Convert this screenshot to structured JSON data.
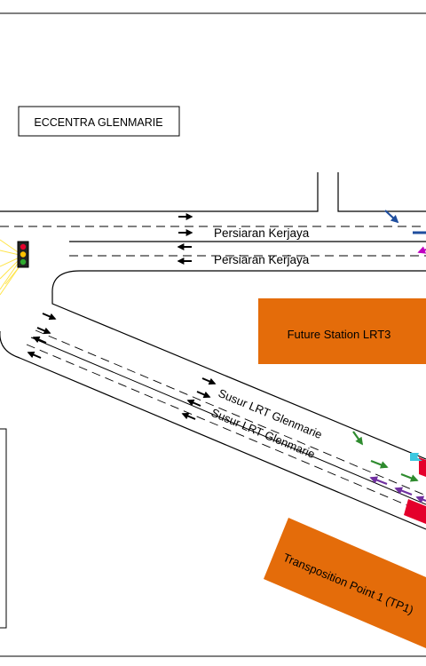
{
  "labels": {
    "building": "ECCENTRA GLENMARIE",
    "road_upper": "Persiaran Kerjaya",
    "road_lower": "Persiaran Kerjaya",
    "diag_upper": "Susur LRT Glenmarie",
    "diag_lower": "Susur LRT Glenmarie",
    "future_station": "Future Station LRT3",
    "transposition": "Transposition Point 1 (TP1)"
  },
  "colors": {
    "orange_block": "#E46C0A",
    "red_block": "#E4002B",
    "arrow_black": "#000000",
    "arrow_blue": "#1F4E9E",
    "arrow_green": "#2E8B2E",
    "arrow_purple": "#7030A0",
    "arrow_magenta": "#C000C0",
    "signal_rays": "#FFE54C",
    "marker_cyan": "#3CC8E0"
  },
  "icons": {
    "signal": "traffic-light-icon"
  }
}
